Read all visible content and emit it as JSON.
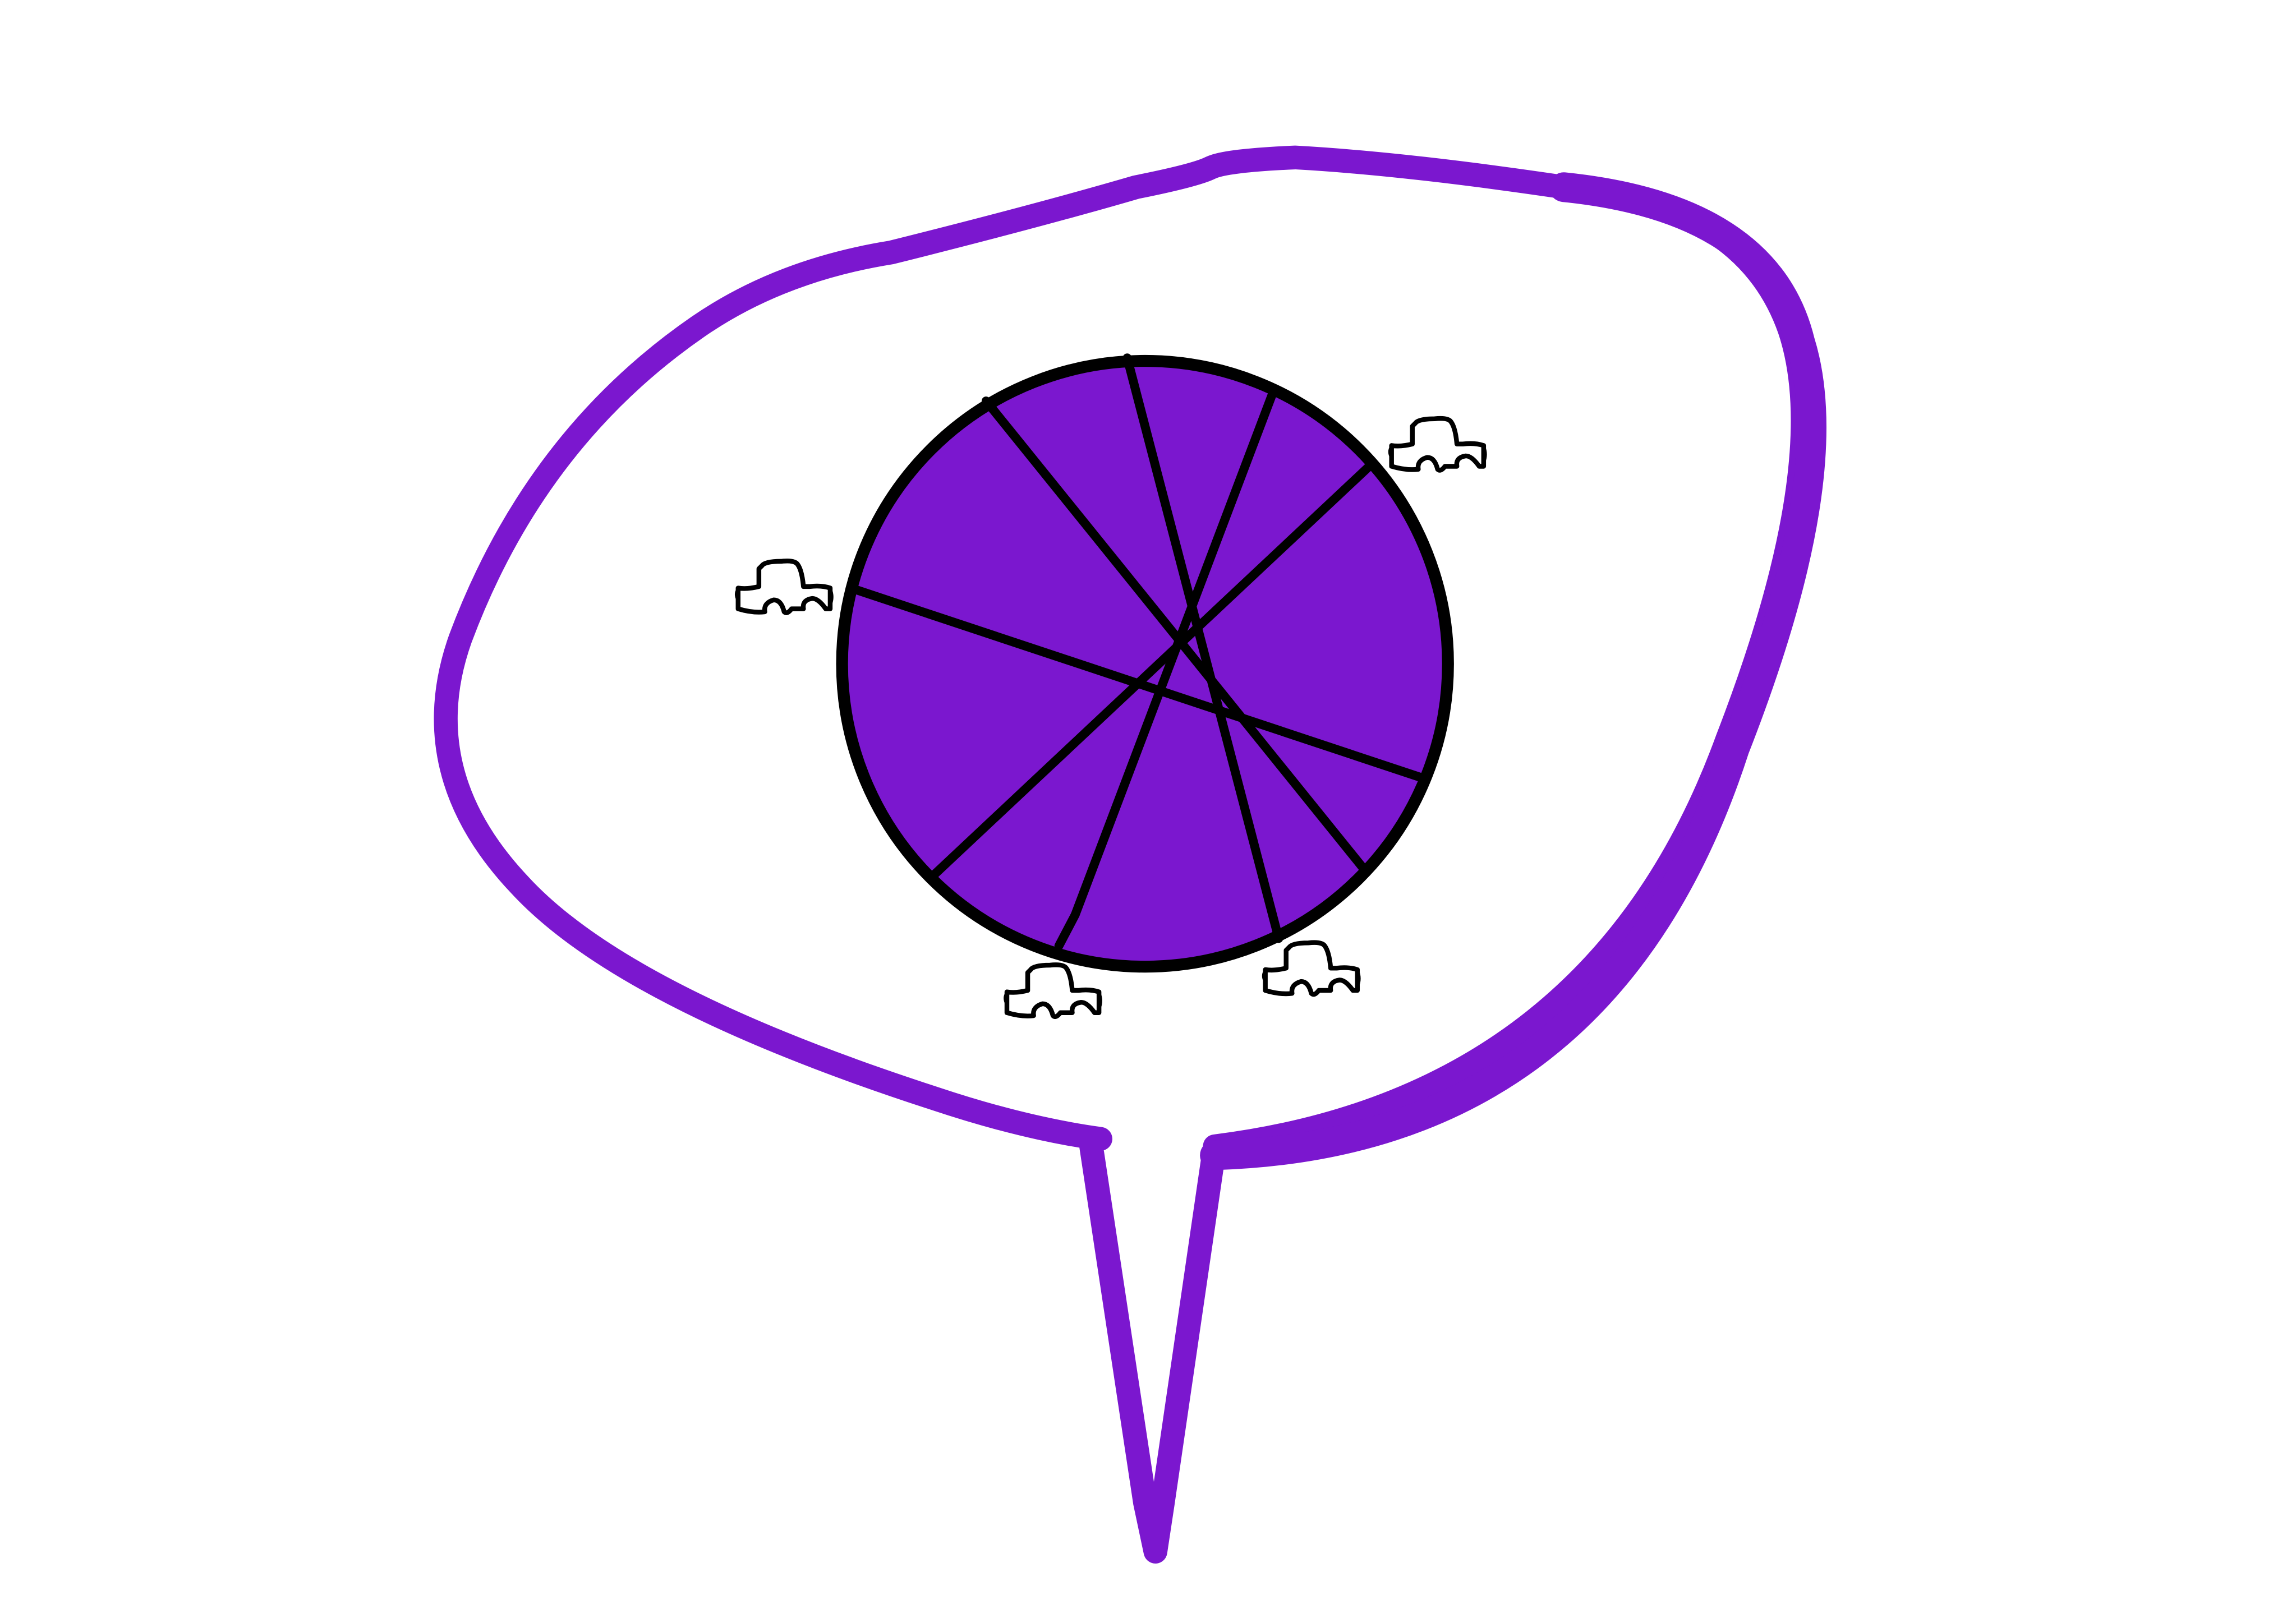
{
  "illustration": {
    "subject": "speech-bubble-with-spoked-wheel",
    "colors": {
      "background": "#ffffff",
      "bubble_outline": "#7b17cf",
      "wheel_fill": "#7b17cf",
      "wheel_outline": "#000000",
      "spokes": "#000000",
      "car_outline": "#000000"
    },
    "wheel": {
      "spoke_count": 5
    },
    "cars": {
      "count": 4,
      "icon": "car-icon"
    }
  }
}
